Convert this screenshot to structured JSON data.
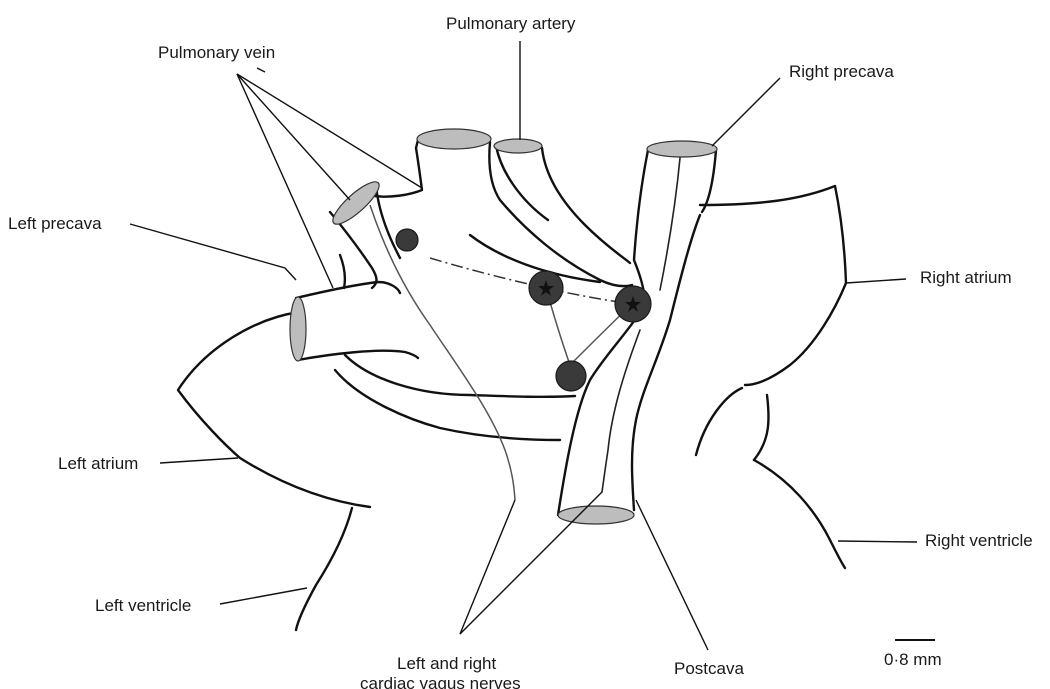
{
  "labels": {
    "pulmonary_vein": "Pulmonary vein",
    "pulmonary_artery": "Pulmonary artery",
    "right_precava": "Right precava",
    "left_precava": "Left precava",
    "right_atrium": "Right atrium",
    "left_atrium": "Left atrium",
    "right_ventricle": "Right ventricle",
    "left_ventricle": "Left ventricle",
    "vagus_line1": "Left and right",
    "vagus_line2": "cardiac vagus nerves",
    "postcava": "Postcava",
    "scale_bar": "0·8 mm"
  },
  "colors": {
    "line": "#111111",
    "cut_surface": "#bdbdbd",
    "ganglion": "#3a3a3a"
  }
}
